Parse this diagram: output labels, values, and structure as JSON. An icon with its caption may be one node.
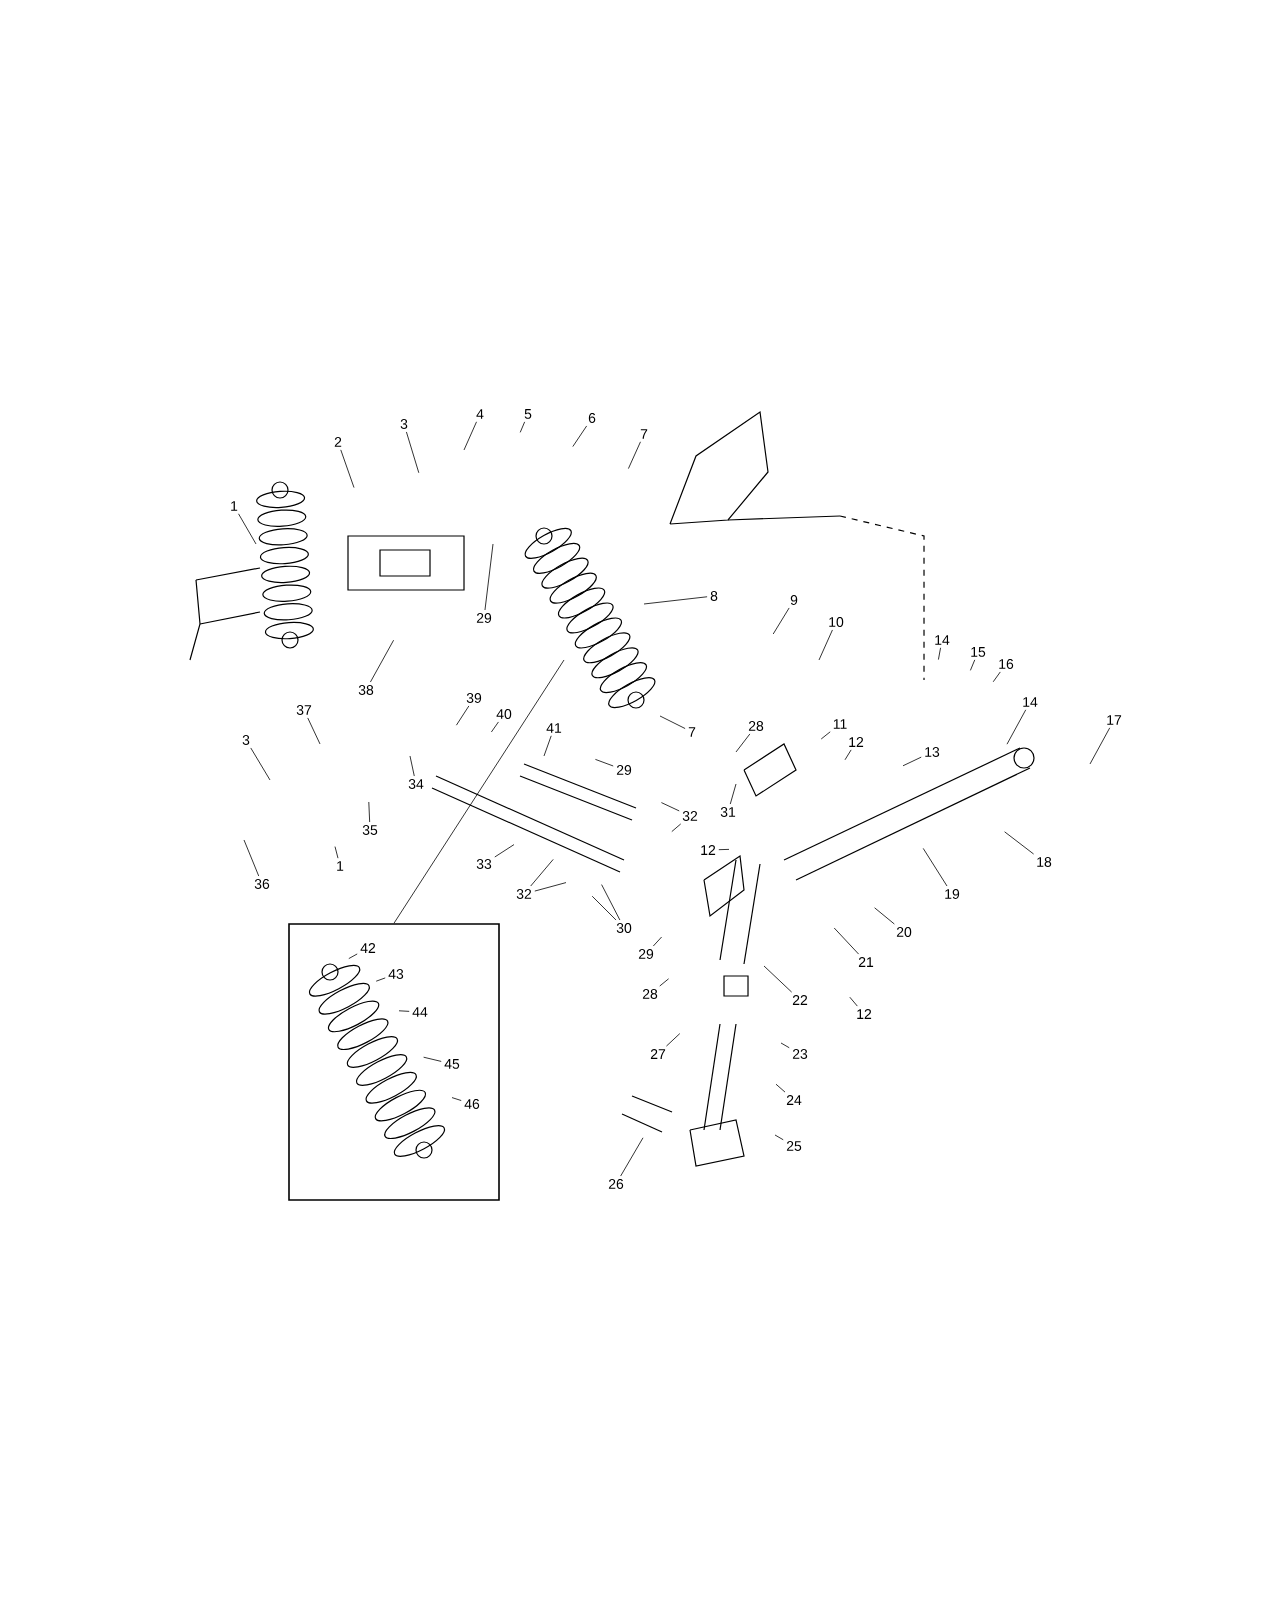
{
  "diagram": {
    "nodes": [
      {
        "text": [
          "1"
        ]
      },
      {
        "text": [
          "2"
        ]
      },
      {
        "text": [
          "3"
        ]
      },
      {
        "text": [
          "4"
        ]
      },
      {
        "text": [
          "5"
        ]
      },
      {
        "text": [
          "6"
        ]
      },
      {
        "text": [
          "7"
        ]
      },
      {
        "text": [
          "8"
        ]
      },
      {
        "text": [
          "9"
        ]
      },
      {
        "text": [
          "10"
        ]
      },
      {
        "text": [
          "14"
        ]
      },
      {
        "text": [
          "15"
        ]
      },
      {
        "text": [
          "16"
        ]
      },
      {
        "text": [
          "14"
        ]
      },
      {
        "text": [
          "17"
        ]
      },
      {
        "text": [
          "29"
        ]
      },
      {
        "text": [
          "38"
        ]
      },
      {
        "text": [
          "37"
        ]
      },
      {
        "text": [
          "3"
        ]
      },
      {
        "text": [
          "39"
        ]
      },
      {
        "text": [
          "40"
        ]
      },
      {
        "text": [
          "41"
        ]
      },
      {
        "text": [
          "7"
        ]
      },
      {
        "text": [
          "28"
        ]
      },
      {
        "text": [
          "11"
        ]
      },
      {
        "text": [
          "12"
        ]
      },
      {
        "text": [
          "13"
        ]
      },
      {
        "text": [
          "29"
        ]
      },
      {
        "text": [
          "31"
        ]
      },
      {
        "text": [
          "32"
        ]
      },
      {
        "text": [
          "12"
        ]
      },
      {
        "text": [
          "18"
        ]
      },
      {
        "text": [
          "19"
        ]
      },
      {
        "text": [
          "20"
        ]
      },
      {
        "text": [
          "21"
        ]
      },
      {
        "text": [
          "34"
        ]
      },
      {
        "text": [
          "35"
        ]
      },
      {
        "text": [
          "1"
        ]
      },
      {
        "text": [
          "36"
        ]
      },
      {
        "text": [
          "33"
        ]
      },
      {
        "text": [
          "32"
        ]
      },
      {
        "text": [
          "30"
        ]
      },
      {
        "text": [
          "29"
        ]
      },
      {
        "text": [
          "28"
        ]
      },
      {
        "text": [
          "22"
        ]
      },
      {
        "text": [
          "12"
        ]
      },
      {
        "text": [
          "23"
        ]
      },
      {
        "text": [
          "27"
        ]
      },
      {
        "text": [
          "24"
        ]
      },
      {
        "text": [
          "25"
        ]
      },
      {
        "text": [
          "26"
        ]
      },
      {
        "text": [],
        "shape": "box"
      },
      {
        "text": [
          "42"
        ],
        "in": 51
      },
      {
        "text": [
          "43"
        ],
        "in": 51
      },
      {
        "text": [
          "44"
        ],
        "in": 51
      },
      {
        "text": [
          "45"
        ],
        "in": 51
      },
      {
        "text": [
          "46"
        ],
        "in": 51
      }
    ],
    "edges": [
      {
        "from": 0,
        "to": null,
        "arrow": "none"
      },
      {
        "from": 1,
        "to": null,
        "arrow": "none"
      },
      {
        "from": 2,
        "to": null,
        "arrow": "none"
      },
      {
        "from": 3,
        "to": null,
        "arrow": "none"
      },
      {
        "from": 4,
        "to": null,
        "arrow": "none"
      },
      {
        "from": 5,
        "to": null,
        "arrow": "none"
      },
      {
        "from": 6,
        "to": null,
        "arrow": "none"
      },
      {
        "from": 7,
        "to": null,
        "arrow": "none"
      },
      {
        "from": 8,
        "to": null,
        "arrow": "none"
      },
      {
        "from": 9,
        "to": null,
        "arrow": "none"
      },
      {
        "from": 10,
        "to": null,
        "arrow": "none"
      },
      {
        "from": 11,
        "to": null,
        "arrow": "none"
      },
      {
        "from": 12,
        "to": null,
        "arrow": "none"
      },
      {
        "from": 13,
        "to": null,
        "arrow": "none"
      },
      {
        "from": 14,
        "to": null,
        "arrow": "none"
      },
      {
        "from": 15,
        "to": null,
        "arrow": "none"
      },
      {
        "from": 16,
        "to": null,
        "arrow": "none"
      },
      {
        "from": 17,
        "to": null,
        "arrow": "none"
      },
      {
        "from": 18,
        "to": null,
        "arrow": "none"
      },
      {
        "from": 19,
        "to": null,
        "arrow": "none"
      },
      {
        "from": 20,
        "to": null,
        "arrow": "none"
      },
      {
        "from": 21,
        "to": null,
        "arrow": "none"
      },
      {
        "from": 22,
        "to": null,
        "arrow": "none"
      },
      {
        "from": 23,
        "to": null,
        "arrow": "none"
      },
      {
        "from": 24,
        "to": null,
        "arrow": "none"
      },
      {
        "from": 25,
        "to": null,
        "arrow": "none"
      },
      {
        "from": 26,
        "to": null,
        "arrow": "none"
      },
      {
        "from": 27,
        "to": null,
        "arrow": "none"
      },
      {
        "from": 28,
        "to": null,
        "arrow": "none"
      },
      {
        "from": 29,
        "to": null,
        "arrow": "none"
      },
      {
        "from": 29,
        "to": null,
        "arrow": "none"
      },
      {
        "from": 30,
        "to": null,
        "arrow": "none"
      },
      {
        "from": 31,
        "to": null,
        "arrow": "none"
      },
      {
        "from": 32,
        "to": null,
        "arrow": "none"
      },
      {
        "from": 33,
        "to": null,
        "arrow": "none"
      },
      {
        "from": 34,
        "to": null,
        "arrow": "none"
      },
      {
        "from": 35,
        "to": null,
        "arrow": "none"
      },
      {
        "from": 36,
        "to": null,
        "arrow": "none"
      },
      {
        "from": 37,
        "to": null,
        "arrow": "none"
      },
      {
        "from": 38,
        "to": null,
        "arrow": "none"
      },
      {
        "from": 39,
        "to": null,
        "arrow": "none"
      },
      {
        "from": 40,
        "to": null,
        "arrow": "none"
      },
      {
        "from": 40,
        "to": null,
        "arrow": "none"
      },
      {
        "from": 41,
        "to": null,
        "arrow": "none"
      },
      {
        "from": 41,
        "to": null,
        "arrow": "none"
      },
      {
        "from": 42,
        "to": null,
        "arrow": "none"
      },
      {
        "from": 43,
        "to": null,
        "arrow": "none"
      },
      {
        "from": 44,
        "to": null,
        "arrow": "none"
      },
      {
        "from": 45,
        "to": null,
        "arrow": "none"
      },
      {
        "from": 46,
        "to": null,
        "arrow": "none"
      },
      {
        "from": 47,
        "to": null,
        "arrow": "none"
      },
      {
        "from": 48,
        "to": null,
        "arrow": "none"
      },
      {
        "from": 49,
        "to": null,
        "arrow": "none"
      },
      {
        "from": 50,
        "to": null,
        "arrow": "none"
      },
      {
        "from": 51,
        "to": null,
        "arrow": "none"
      },
      {
        "from": 52,
        "to": null,
        "arrow": "none"
      },
      {
        "from": 53,
        "to": null,
        "arrow": "none"
      },
      {
        "from": 54,
        "to": null,
        "arrow": "none"
      },
      {
        "from": 55,
        "to": null,
        "arrow": "none"
      },
      {
        "from": 56,
        "to": null,
        "arrow": "none"
      }
    ]
  }
}
